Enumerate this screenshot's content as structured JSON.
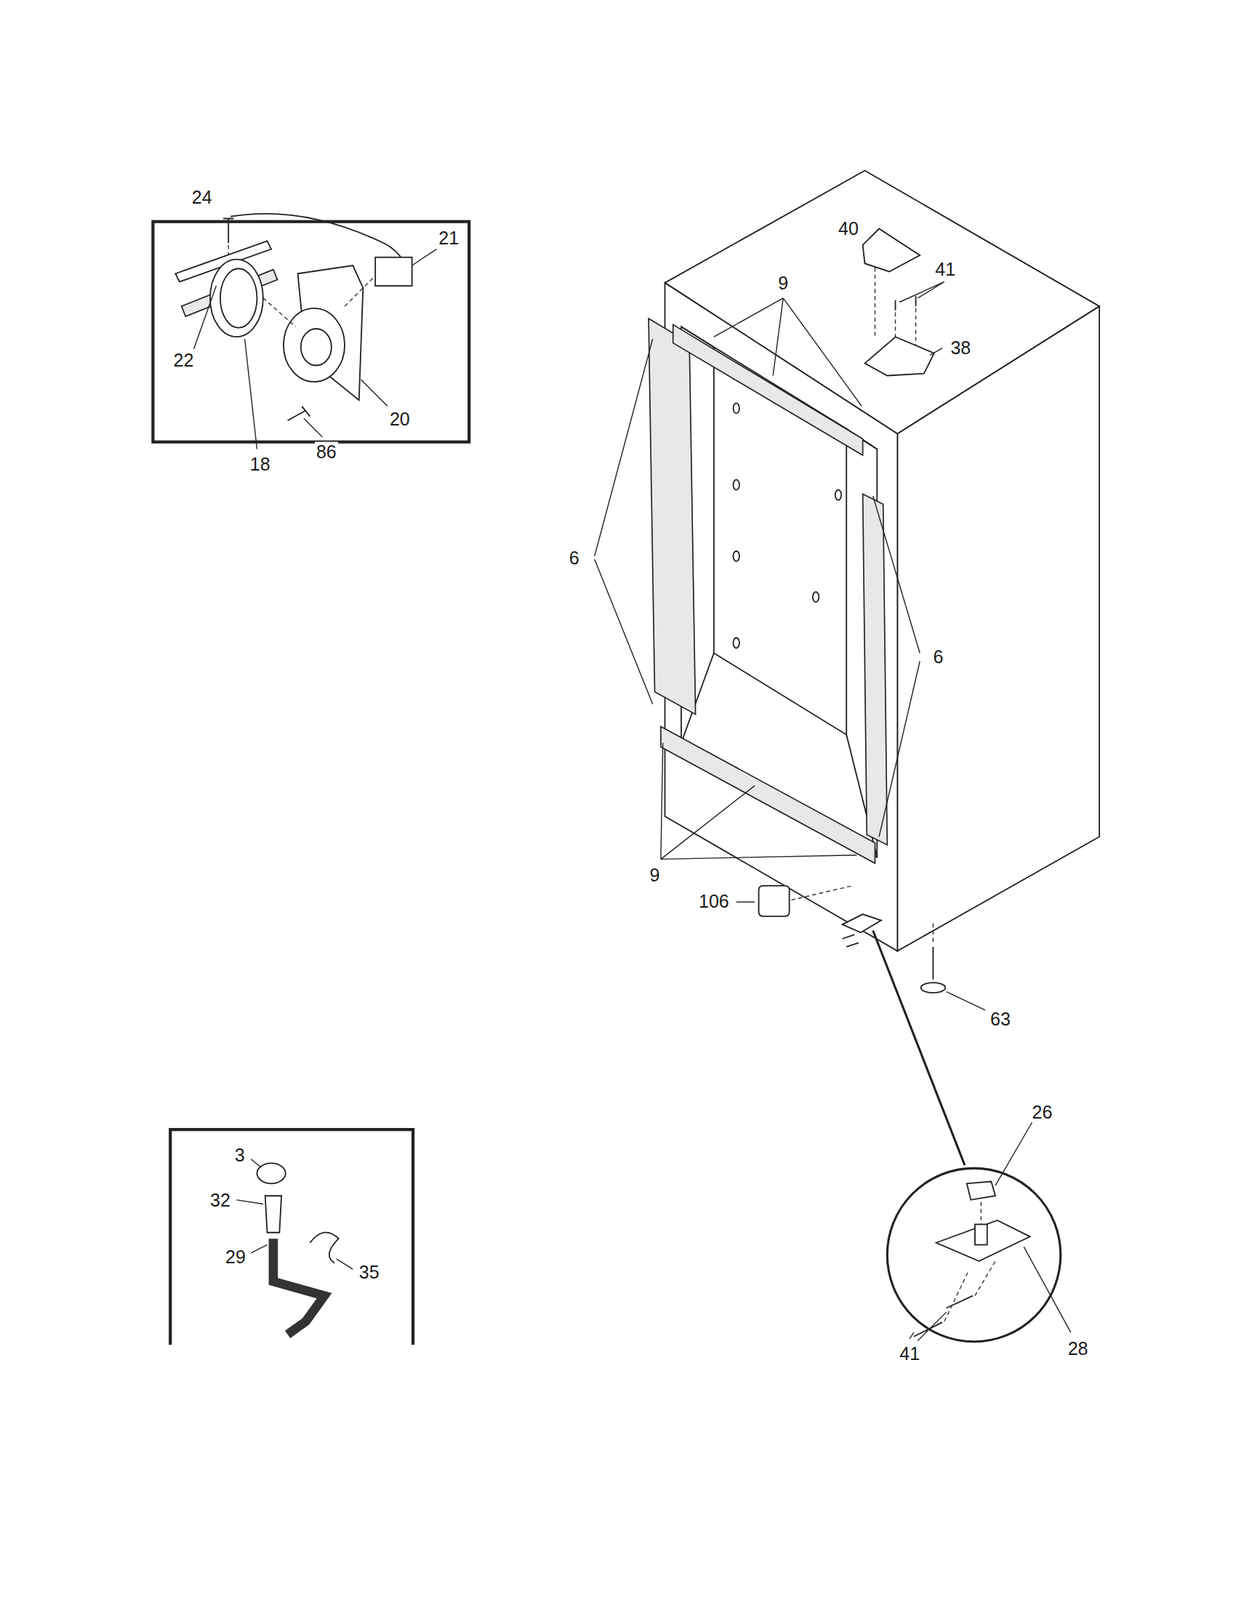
{
  "diagram": {
    "labels": [
      "24",
      "21",
      "22",
      "20",
      "18",
      "86",
      "9",
      "40",
      "41",
      "38",
      "6",
      "6",
      "9",
      "106",
      "63",
      "26",
      "41",
      "28",
      "3",
      "32",
      "29",
      "35"
    ]
  }
}
